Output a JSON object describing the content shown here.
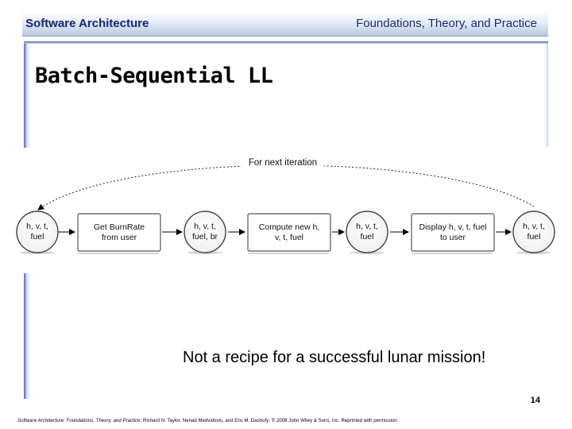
{
  "header": {
    "left": "Software Architecture",
    "right": "Foundations, Theory, and Practice"
  },
  "slide": {
    "title": "Batch-Sequential LL",
    "caption": "Not a recipe for a successful lunar mission!",
    "page_number": "14"
  },
  "diagram": {
    "loop_label": "For next iteration",
    "data_nodes": [
      [
        "h, v, t,",
        "fuel"
      ],
      [
        "h, v, t,",
        "fuel, br"
      ],
      [
        "h, v, t,",
        "fuel"
      ],
      [
        "h, v, t,",
        "fuel"
      ]
    ],
    "processes": [
      [
        "Get BurnRate",
        "from user"
      ],
      [
        "Compute new h,",
        "v, t, fuel"
      ],
      [
        "Display h, v, t, fuel",
        "to user"
      ]
    ]
  },
  "footer": {
    "book": "Software Architecture: Foundations, Theory, and Practice",
    "rest": "; Richard N. Taylor, Nenad Medvidovic, and Eric M. Dashofy; © 2008 John Wiley & Sons, Inc. Reprinted with permission."
  }
}
